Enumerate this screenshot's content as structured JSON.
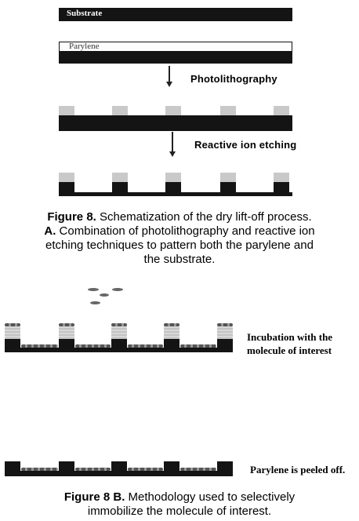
{
  "steps": {
    "substrate_label": "Substrate",
    "parylene_label": "Parylene",
    "photolithography_label": "Photolithography",
    "etching_label": "Reactive ion etching"
  },
  "caption_a": {
    "figure_ref": "Figure 8.",
    "line1_rest": " Schematization of the dry lift-off process.",
    "part_ref": "A.",
    "line2_rest": " Combination of photolithography and reactive ion",
    "line3": "etching techniques to pattern both the parylene and",
    "line4": "the substrate."
  },
  "step_b": {
    "incubation_line1": "Incubation with the",
    "incubation_line2": "molecule of interest",
    "peel_label": "Parylene is peeled off."
  },
  "caption_b": {
    "figure_ref": "Figure 8 B.",
    "line1_rest": " Methodology used to selectively",
    "line2": "immobilize the molecule of interest."
  },
  "colors": {
    "substrate": "#141414",
    "photoresist": "#c9c9c9",
    "molecule": "#666666"
  }
}
